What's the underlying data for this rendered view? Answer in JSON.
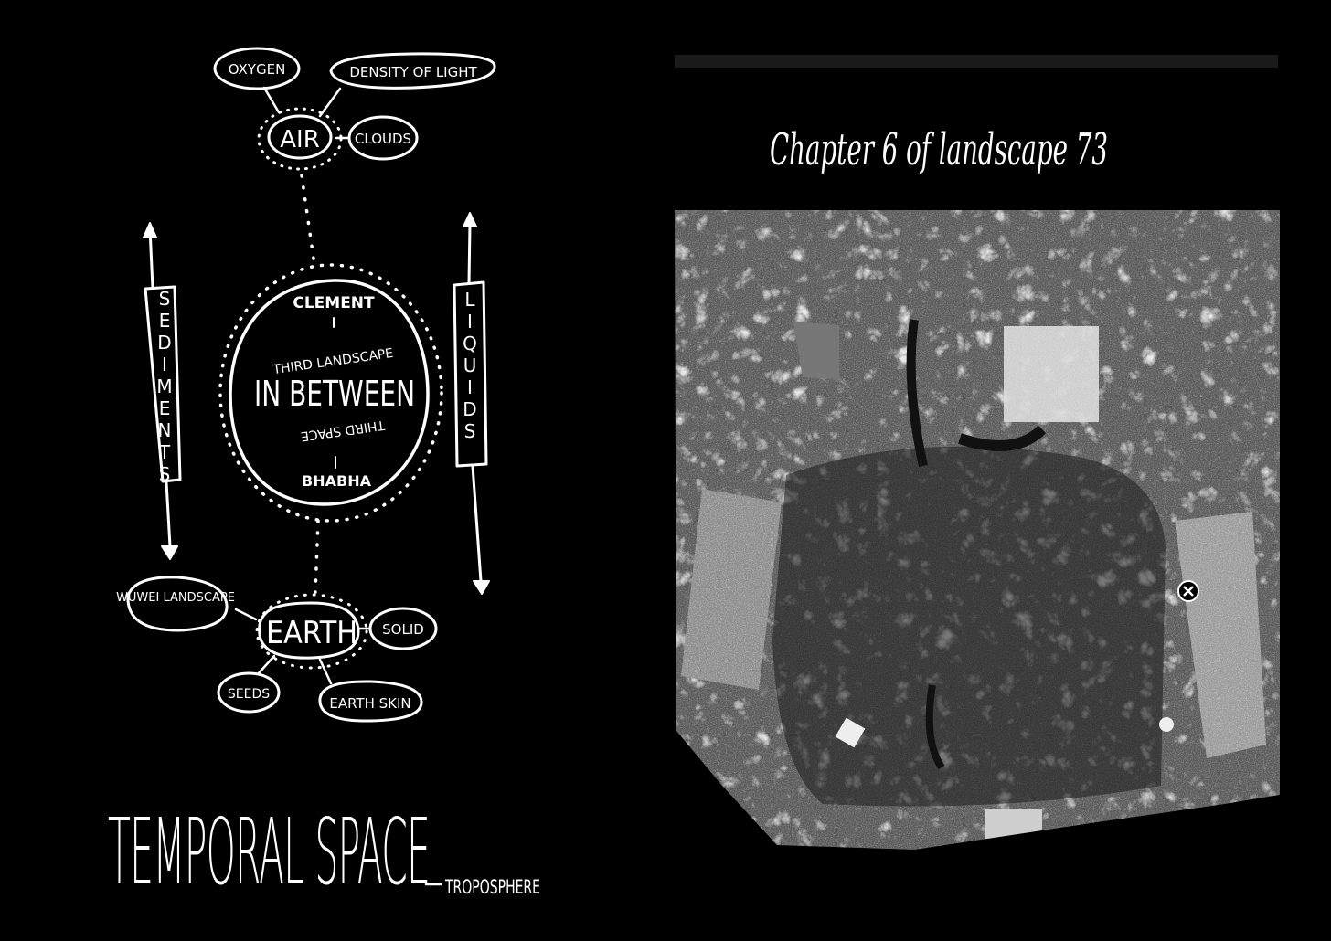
{
  "left_page": {
    "diagram": {
      "center": {
        "title": "IN BETWEEN",
        "top_author": "CLEMENT",
        "top_arc": "THIRD LANDSCAPE",
        "bottom_arc": "THIRD SPACE",
        "bottom_author": "BHABHA"
      },
      "air": {
        "label": "AIR",
        "satellites": [
          "OXYGEN",
          "DENSITY OF LIGHT",
          "CLOUDS"
        ]
      },
      "earth": {
        "label": "EARTH",
        "satellites": [
          "WUWEI LANDSCAPE",
          "SOLID",
          "SEEDS",
          "EARTH SKIN"
        ]
      },
      "left_axis": "SEDIMENTS",
      "right_axis": "LIQUIDS"
    },
    "title": "TEMPORAL SPACE",
    "subtitle": "TROPOSPHERE"
  },
  "right_page": {
    "heading": "Chapter 6 of landscape 73",
    "photo": "aerial garden photograph",
    "close_icon": "close-icon"
  },
  "colors": {
    "background": "#000000",
    "ink": "#ffffff"
  }
}
